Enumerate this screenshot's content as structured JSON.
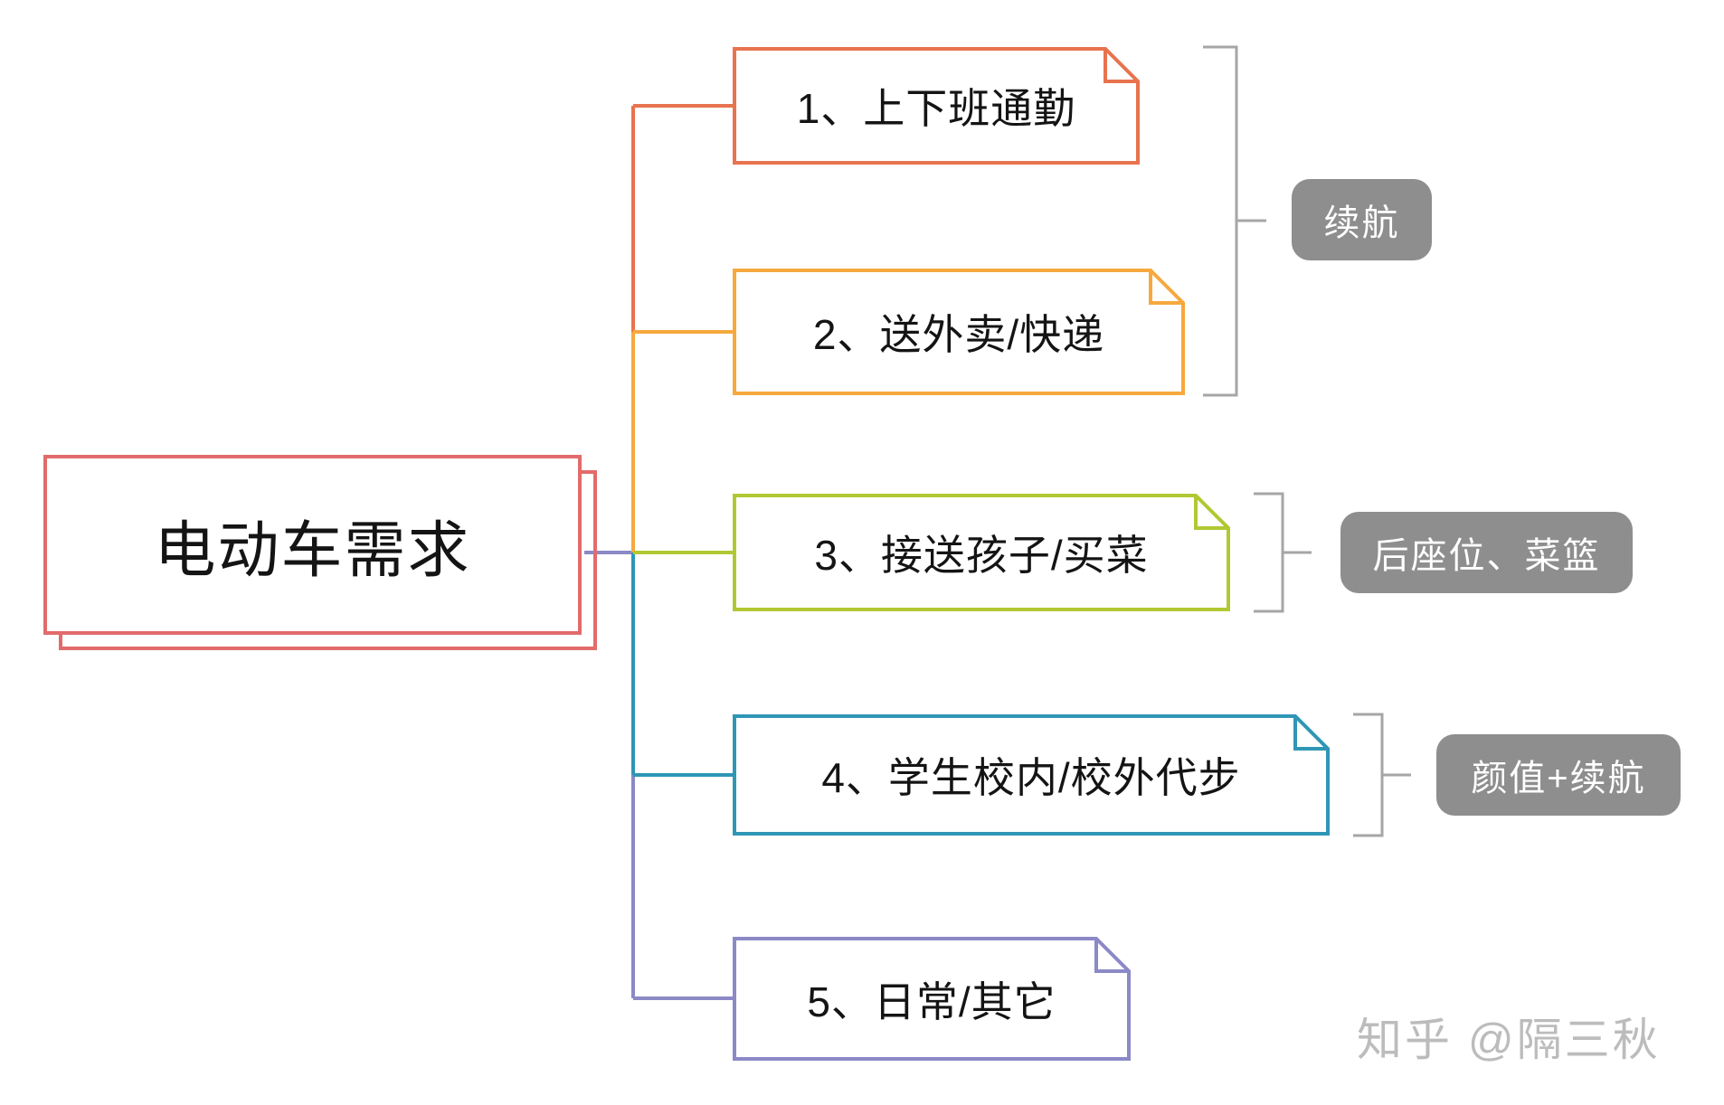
{
  "diagram": {
    "root": {
      "label": "电动车需求",
      "border_color": "#e26b6b"
    },
    "branches": [
      {
        "label": "1、上下班通勤",
        "color": "#e8734f"
      },
      {
        "label": "2、送外卖/快递",
        "color": "#f5a93e"
      },
      {
        "label": "3、接送孩子/买菜",
        "color": "#b2c832"
      },
      {
        "label": "4、学生校内/校外代步",
        "color": "#2f96b5"
      },
      {
        "label": "5、日常/其它",
        "color": "#8b89c6"
      }
    ],
    "annotations": [
      {
        "label": "续航",
        "spans_branches": "1-2",
        "bg": "#8e8e8e",
        "text_color": "#ffffff"
      },
      {
        "label": "后座位、菜篮",
        "spans_branches": "3",
        "bg": "#8e8e8e",
        "text_color": "#ffffff"
      },
      {
        "label": "颜值+续航",
        "spans_branches": "4",
        "bg": "#8e8e8e",
        "text_color": "#ffffff"
      }
    ],
    "bracket_color": "#a6a6a6",
    "watermark": {
      "label": "知乎 @隔三秋",
      "color": "#bcbcbc"
    }
  }
}
